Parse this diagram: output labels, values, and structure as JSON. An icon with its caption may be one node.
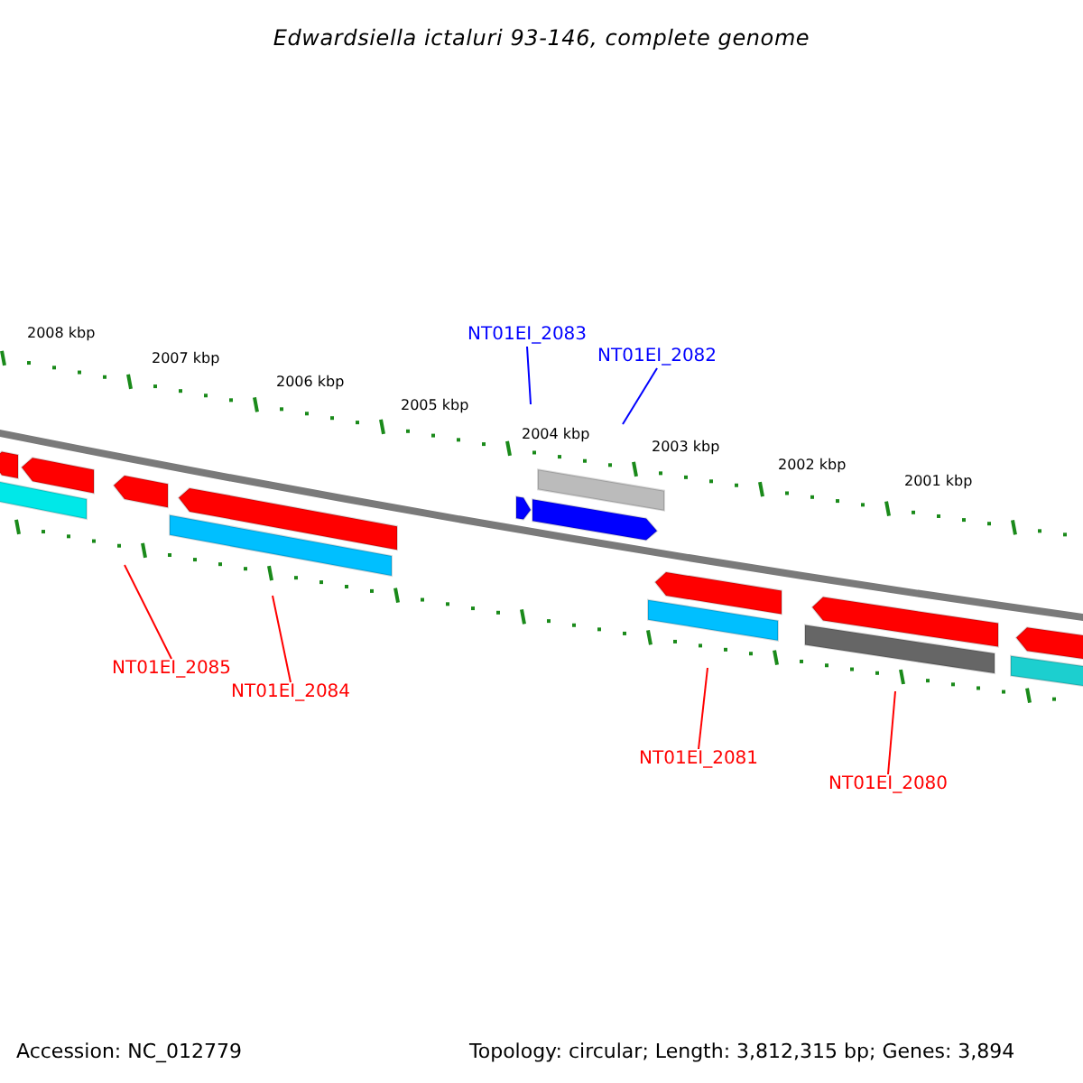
{
  "diagram": {
    "title": "Edwardsiella ictaluri 93-146, complete genome",
    "nodes": [
      {
        "text": [
          "NT01EI_2083"
        ]
      },
      {
        "text": [
          "NT01EI_2082"
        ]
      },
      {
        "text": [
          "NT01EI_2085"
        ]
      },
      {
        "text": [
          "NT01EI_2084"
        ]
      },
      {
        "text": [
          "NT01EI_2081"
        ]
      },
      {
        "text": [
          "NT01EI_2080"
        ]
      }
    ],
    "edges": [
      {
        "from": 0,
        "to": null,
        "arrow": "none",
        "color": "#0000ff"
      },
      {
        "from": 1,
        "to": null,
        "arrow": "none",
        "color": "#0000ff"
      },
      {
        "from": 2,
        "to": null,
        "arrow": "none"
      },
      {
        "from": 3,
        "to": null,
        "arrow": "none"
      },
      {
        "from": 4,
        "to": null,
        "arrow": "none"
      },
      {
        "from": 5,
        "to": null,
        "arrow": "none"
      }
    ],
    "labels": [
      "2008 kbp",
      "2007 kbp",
      "2006 kbp",
      "2005 kbp",
      "2004 kbp",
      "2003 kbp",
      "2002 kbp",
      "2001 kbp",
      "Accession: NC_012779",
      "Topology: circular; Length: 3,812,315 bp; Genes: 3,894"
    ]
  }
}
